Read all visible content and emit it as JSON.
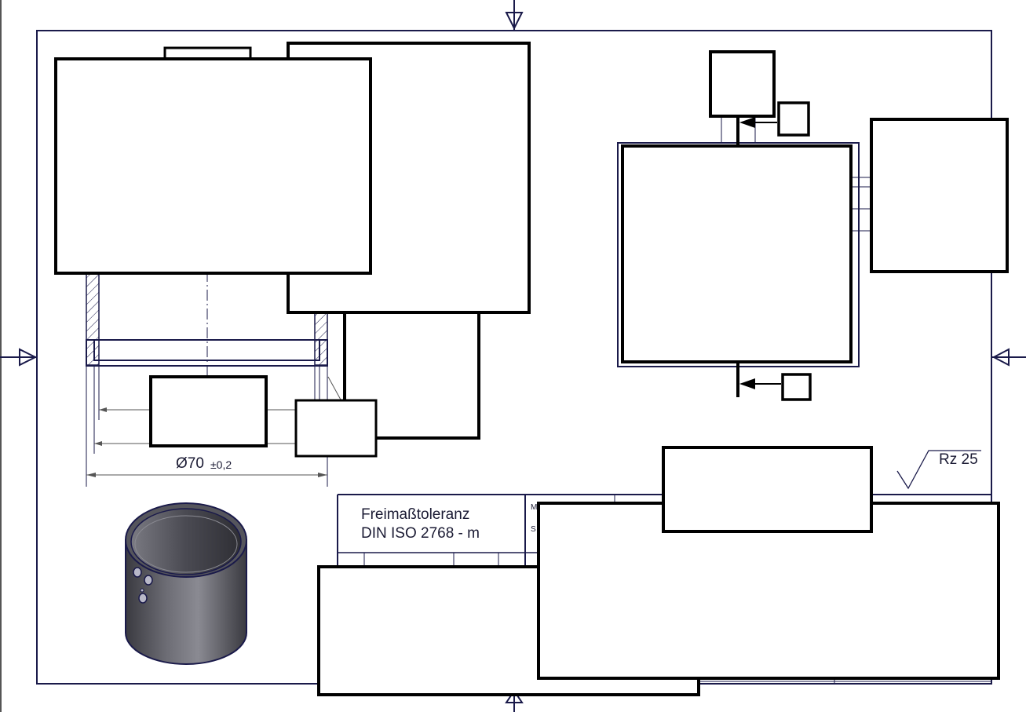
{
  "drawing": {
    "dimension_diameter": "Ø70",
    "dimension_tolerance": "±0,2",
    "surface_roughness": "Rz 25",
    "general_tolerance_line1": "Freimaßtoleranz",
    "general_tolerance_line2": "DIN ISO 2768 - m",
    "titleblock_mark_m": "M",
    "titleblock_mark_s": "S"
  },
  "colors": {
    "line": "#1a1a4a",
    "box_border": "#000000",
    "render_dark": "#3a3a40",
    "render_light": "#7a7a82"
  },
  "icons": {
    "centering_marks": "triangle-arrow-icon",
    "section_arrows": "section-arrow-icon"
  }
}
